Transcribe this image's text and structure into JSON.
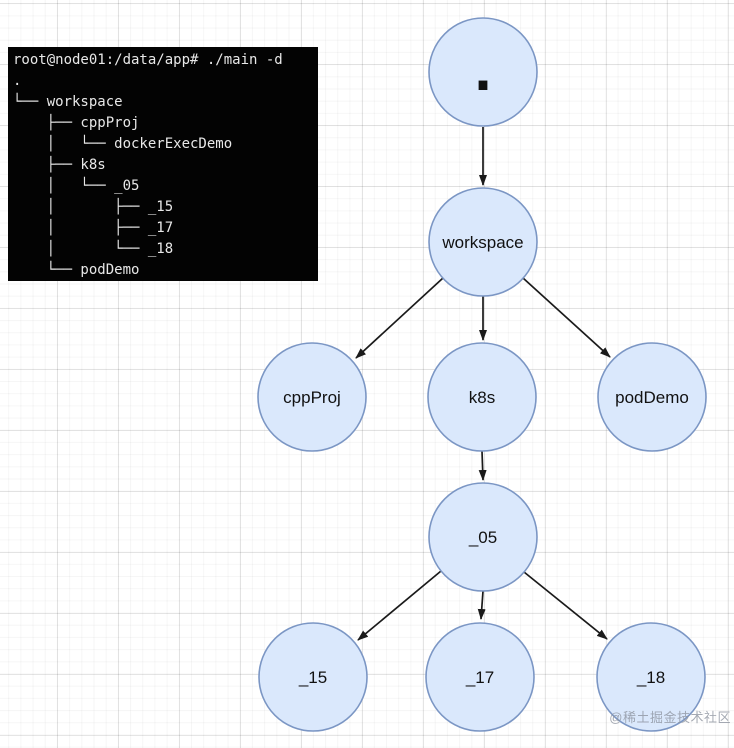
{
  "terminal": {
    "lines": [
      "root@node01:/data/app# ./main -d",
      ".",
      "└── workspace",
      "    ├── cppProj",
      "    │   └── dockerExecDemo",
      "    ├── k8s",
      "    │   └── _05",
      "    │       ├── _15",
      "    │       ├── _17",
      "    │       └── _18",
      "    └── podDemo"
    ],
    "background_color": "#030303",
    "text_color": "#e8e8e8"
  },
  "diagram": {
    "type": "tree",
    "node_fill_color": "#dae8fc",
    "node_stroke_color": "#7b96c4",
    "arrow_color": "#1a1a1a",
    "nodes": {
      "root": {
        "label": "."
      },
      "workspace": {
        "label": "workspace"
      },
      "cppProj": {
        "label": "cppProj"
      },
      "k8s": {
        "label": "k8s"
      },
      "podDemo": {
        "label": "podDemo"
      },
      "_05": {
        "label": "_05"
      },
      "_15": {
        "label": "_15"
      },
      "_17": {
        "label": "_17"
      },
      "_18": {
        "label": "_18"
      }
    },
    "edges": [
      {
        "from": ".",
        "to": "workspace"
      },
      {
        "from": "workspace",
        "to": "cppProj"
      },
      {
        "from": "workspace",
        "to": "k8s"
      },
      {
        "from": "workspace",
        "to": "podDemo"
      },
      {
        "from": "k8s",
        "to": "_05"
      },
      {
        "from": "_05",
        "to": "_15"
      },
      {
        "from": "_05",
        "to": "_17"
      },
      {
        "from": "_05",
        "to": "_18"
      }
    ]
  },
  "watermark": {
    "text": "@稀土掘金技术社区"
  }
}
